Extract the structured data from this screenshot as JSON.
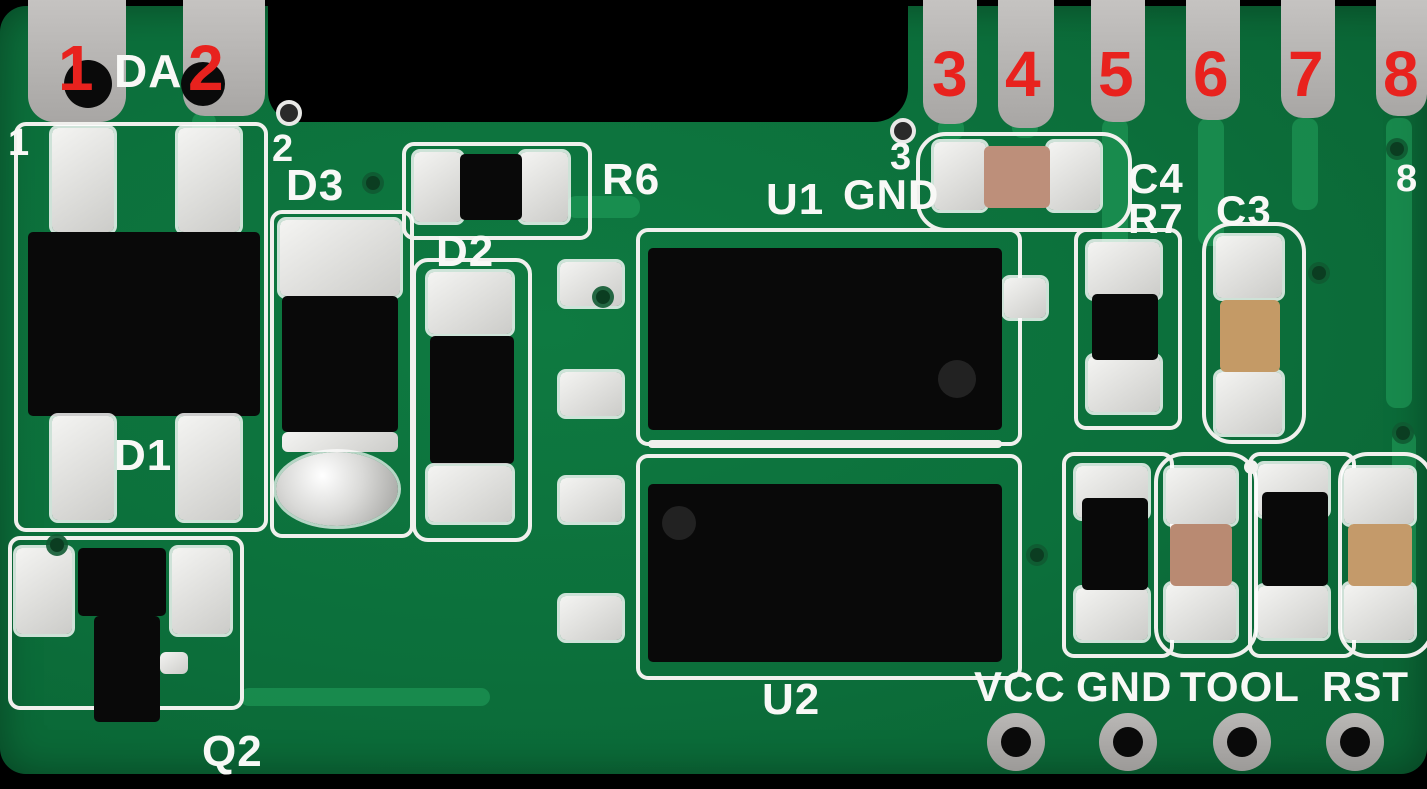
{
  "photo": {
    "description": "Green PCB module photograph with annotated castellated pins, through-hole header and silkscreen component labels",
    "colors": {
      "board_green": "#0c6f3b",
      "trace_green": "#22a25c",
      "silkscreen_white": "#f0f0ed",
      "pad_gray": "#b4b2b0",
      "component_black": "#0a0a0a",
      "capacitor_tan": "#c49a6e",
      "annotation_red": "#e8221e"
    },
    "red_pin_numbers": [
      "1",
      "2",
      "3",
      "4",
      "5",
      "6",
      "7",
      "8"
    ],
    "white_pin_numbers": {
      "p1": "1",
      "p2": "2",
      "p3": "3",
      "p8": "8"
    },
    "silkscreen_labels": {
      "da": "DA",
      "d1": "D1",
      "d2": "D2",
      "d3": "D3",
      "q2": "Q2",
      "r6": "R6",
      "r7": "R7",
      "u1": "U1",
      "u2": "U2",
      "c3": "C3",
      "c4": "C4",
      "gnd_top": "GND"
    },
    "header_pin_labels": [
      "VCC",
      "GND",
      "TOOL",
      "RST"
    ]
  }
}
